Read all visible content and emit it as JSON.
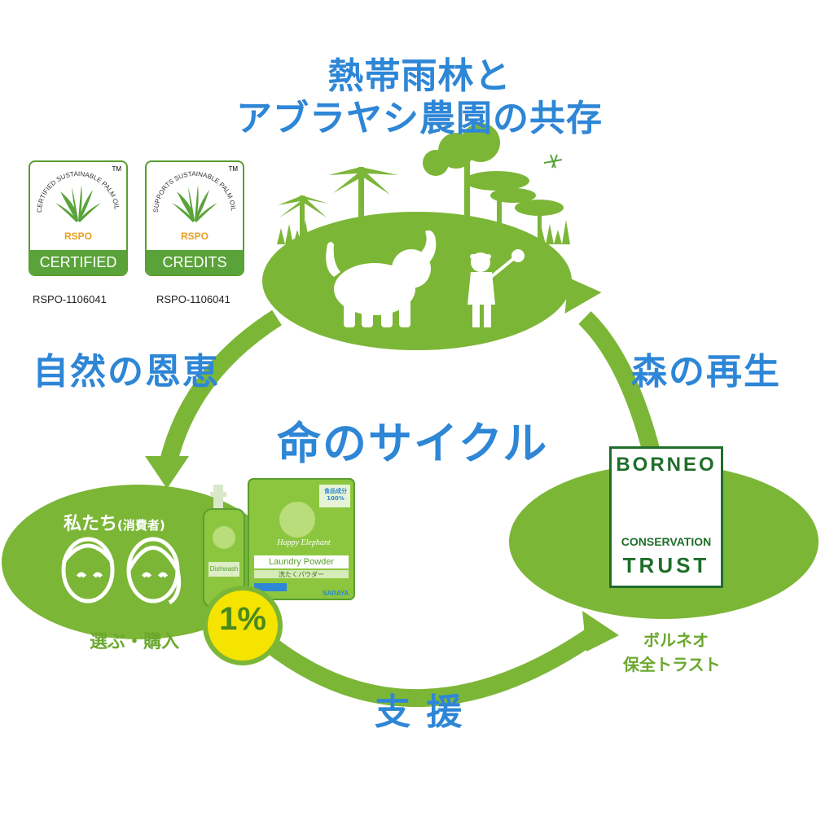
{
  "title": {
    "line1": "熱帯雨林と",
    "line2": "アブラヤシ農園の共存"
  },
  "center_title": "命のサイクル",
  "labels": {
    "left_arrow": "自然の恩恵",
    "right_arrow": "森の再生",
    "bottom_arrow": "支 援",
    "consumer": "私たち",
    "consumer_paren": "(消費者)",
    "choose_buy": "選ぶ・購入",
    "btf_jp_line1": "ボルネオ",
    "btf_jp_line2": "保全トラスト",
    "percent": "1%"
  },
  "badges": [
    {
      "arc_text": "CERTIFIED SUSTAINABLE PALM OIL",
      "logo_word": "RSPO",
      "band": "CERTIFIED",
      "reg": "RSPO-1106041",
      "tm": "TM"
    },
    {
      "arc_text": "SUPPORTS SUSTAINABLE PALM OIL",
      "logo_word": "RSPO",
      "band": "CREDITS",
      "reg": "RSPO-1106041",
      "tm": "TM"
    }
  ],
  "btf_logo": {
    "line1": "BORNEO",
    "line2": "CONSERVATION",
    "line3": "TRUST"
  },
  "products": {
    "pouch_brand": "Happy Elephant",
    "pouch_name": "Laundry Powder",
    "pouch_badge": "食品成分 100%",
    "pouch_sub": "洗たくパウダー",
    "maker": "SARAYA",
    "bottle_name": "Dishwash"
  },
  "colors": {
    "green": "#7cb637",
    "blue": "#2e86d6",
    "dark_green": "#1f6e2a",
    "yellow": "#f4e400"
  }
}
